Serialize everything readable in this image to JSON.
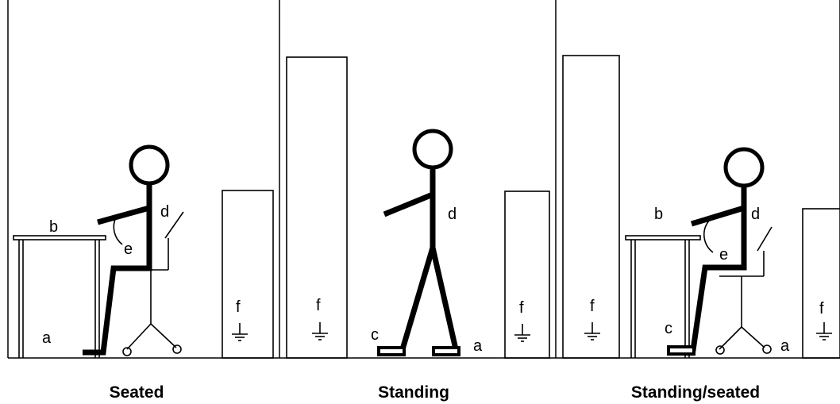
{
  "panels": [
    {
      "caption": "Seated",
      "labels": {
        "a": "a",
        "b": "b",
        "d": "d",
        "e": "e",
        "f": "f"
      }
    },
    {
      "caption": "Standing",
      "labels": {
        "c": "c",
        "d": "d",
        "a": "a",
        "f1": "f",
        "f2": "f"
      }
    },
    {
      "caption": "Standing/seated",
      "labels": {
        "b": "b",
        "d": "d",
        "e": "e",
        "c": "c",
        "a": "a",
        "f1": "f",
        "f2": "f"
      }
    }
  ]
}
